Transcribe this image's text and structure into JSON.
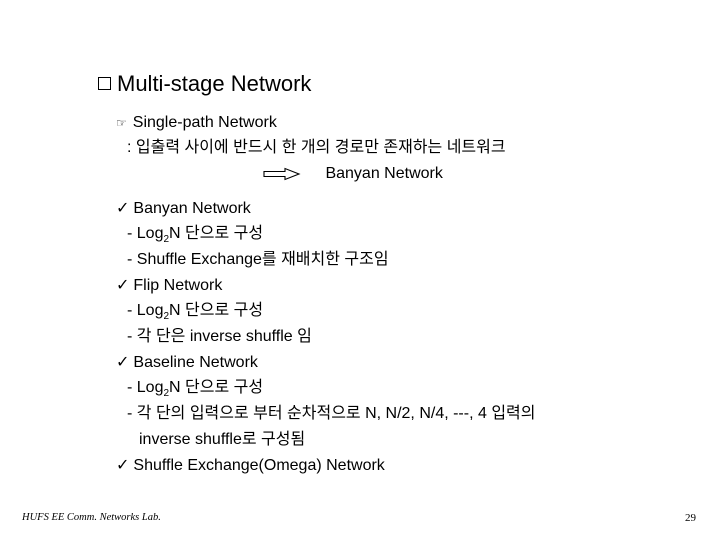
{
  "slide": {
    "title": "Multi-stage Network",
    "single_path": {
      "heading": "Single-path Network",
      "description": ": 입출력 사이에 반드시 한 개의 경로만 존재하는 네트워크",
      "result": "Banyan Network"
    },
    "items": [
      {
        "heading": "Banyan Network",
        "lines": [
          {
            "prefix": "- Log",
            "sub": "2",
            "suffix": "N 단으로 구성"
          },
          {
            "text": "- Shuffle Exchange를 재배치한 구조임"
          }
        ]
      },
      {
        "heading": "Flip Network",
        "lines": [
          {
            "prefix": "- Log",
            "sub": "2",
            "suffix": "N 단으로 구성"
          },
          {
            "text": "- 각 단은 inverse shuffle 임"
          }
        ]
      },
      {
        "heading": "Baseline Network",
        "lines": [
          {
            "prefix": "- Log",
            "sub": "2",
            "suffix": "N 단으로 구성"
          },
          {
            "text": "- 각 단의 입력으로 부터 순차적으로 N, N/2, N/4, ---, 4 입력의"
          },
          {
            "text": "inverse shuffle로 구성됨"
          }
        ]
      },
      {
        "heading": "Shuffle Exchange(Omega) Network",
        "lines": []
      }
    ],
    "icons": {
      "title_bullet": "hollow-square",
      "sub_bullet": "pointing-hand",
      "item_bullet": "checkmark",
      "arrow": "hollow-right-arrow"
    },
    "check_glyph": "✓",
    "hand_glyph": "☞"
  },
  "footer": {
    "lab": "HUFS  EE  Comm. Networks Lab.",
    "page_number": "29"
  }
}
